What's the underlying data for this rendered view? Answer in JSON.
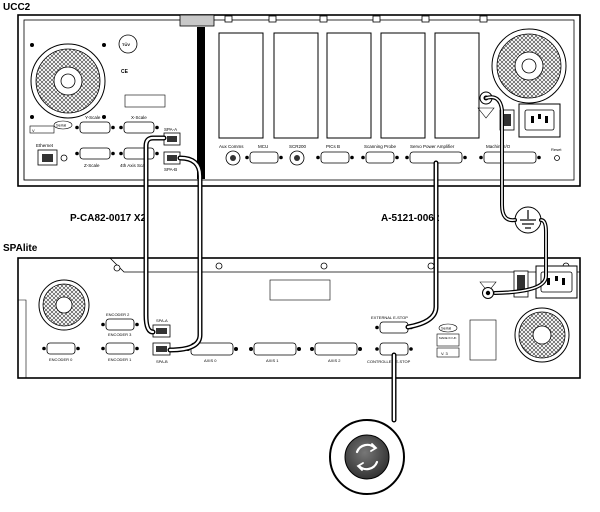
{
  "ucc2": {
    "title": "UCC2",
    "port_labels": {
      "y_scale": "Y-Scale",
      "x_scale": "X-Scale",
      "z_scale": "Z-Scale",
      "fourth_axis": "4th Axis Scale",
      "spa_a": "SPA-A",
      "spa_b": "SPA-B",
      "ethernet": "Ethernet",
      "aux_comms": "Aux Comms",
      "mcu": "MCU",
      "scr200": "SCR200",
      "pics_b": "PICs B",
      "scanning_probe": "Scanning Probe",
      "servo_power": "Servo Power Amplifier",
      "machine_io": "Machine I/O",
      "reset": "Reset",
      "serial": "Serial",
      "ce": "CE",
      "v_tag": "V"
    }
  },
  "spalite": {
    "title": "SPAlite",
    "port_labels": {
      "encoder0": "ENCODER 0",
      "encoder1": "ENCODER 1",
      "encoder2": "ENCODER 2",
      "encoder3": "ENCODER 3",
      "spa_a": "SPA-A",
      "spa_b": "SPA-B",
      "axis0": "AXIS 0",
      "axis1": "AXIS 1",
      "axis2": "AXIS 2",
      "external_estop": "EXTERNAL E-STOP",
      "controller_estop": "CONTROLLER E-STOP",
      "serial": "Serial",
      "made_in": "MADE IN UK",
      "version": "V. 3"
    }
  },
  "cables": {
    "spa": "P-CA82-0017 X2",
    "estop": "A-5121-0062"
  }
}
